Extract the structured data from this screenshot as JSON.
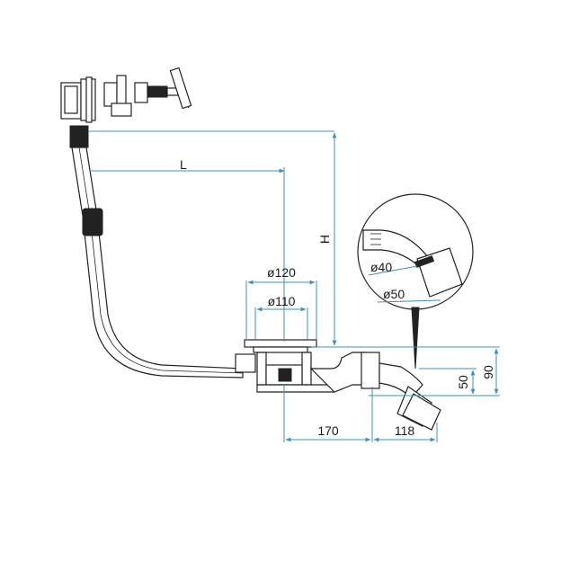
{
  "labels": {
    "length": "L",
    "height": "H",
    "dia_outer_top": "ø120",
    "dia_inner_top": "ø110",
    "dim_horizontal_left": "170",
    "dim_horizontal_right": "118",
    "dim_vertical_inner": "50",
    "dim_vertical_outer": "90",
    "detail_dia_small": "ø40",
    "detail_dia_large": "ø50"
  },
  "colors": {
    "dimension_lines": "#3d8fc4",
    "drawing_lines": "#222222",
    "background": "#ffffff"
  },
  "icons": {
    "detail_view": "magnifier-circle",
    "dimension_arrow": "arrowhead"
  }
}
